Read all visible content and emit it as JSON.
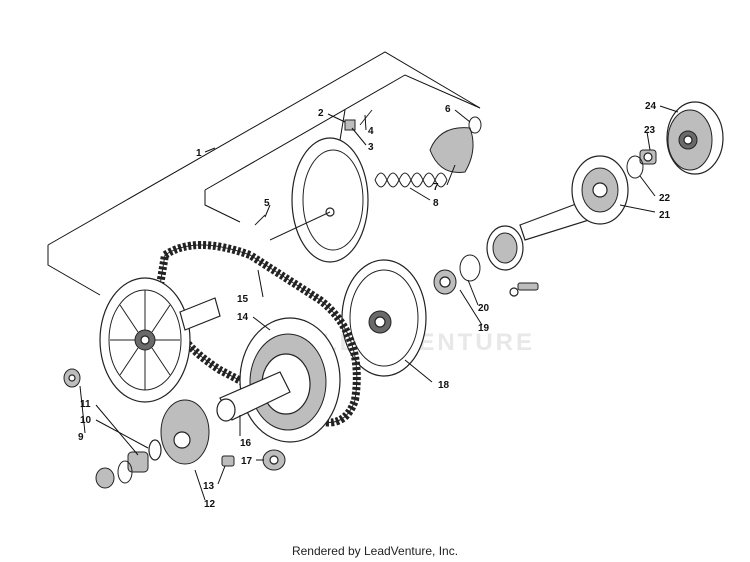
{
  "watermark": "LEADVENTURE",
  "footer": "Rendered by LeadVenture, Inc.",
  "callouts": [
    "1",
    "2",
    "3",
    "4",
    "5",
    "6",
    "7",
    "8",
    "9",
    "10",
    "11",
    "12",
    "13",
    "14",
    "15",
    "16",
    "17",
    "18",
    "19",
    "20",
    "21",
    "22",
    "23",
    "24"
  ]
}
